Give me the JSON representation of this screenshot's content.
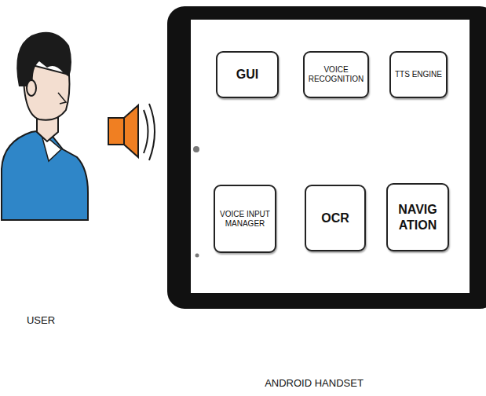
{
  "diagram": {
    "nodes": [
      {
        "text": [
          "GUI"
        ]
      },
      {
        "text": [
          "VOICE RECOGNITION"
        ]
      },
      {
        "text": [
          "TTS ENGINE"
        ]
      },
      {
        "text": [
          "VOICE INPUT MANAGER"
        ]
      },
      {
        "text": [
          "OCR"
        ]
      },
      {
        "text": [
          "NAVIG ATION"
        ]
      }
    ],
    "labels": [
      "USER",
      "ANDROID HANDSET"
    ]
  }
}
